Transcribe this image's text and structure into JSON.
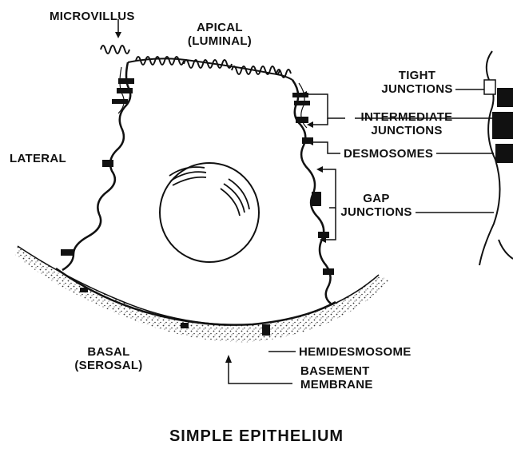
{
  "title": "SIMPLE EPITHELIUM",
  "labels": {
    "microvillus": "MICROVILLUS",
    "apical_1": "APICAL",
    "apical_2": "(LUMINAL)",
    "lateral": "LATERAL",
    "basal_1": "BASAL",
    "basal_2": "(SEROSAL)",
    "tight_1": "TIGHT",
    "tight_2": "JUNCTIONS",
    "intermediate_1": "INTERMEDIATE",
    "intermediate_2": "JUNCTIONS",
    "desmosomes": "DESMOSOMES",
    "gap_1": "GAP",
    "gap_2": "JUNCTIONS",
    "hemidesmosome": "HEMIDESMOSOME",
    "basement_1": "BASEMENT",
    "basement_2": "MEMBRANE"
  },
  "colors": {
    "ink": "#111111",
    "paper": "#ffffff"
  }
}
